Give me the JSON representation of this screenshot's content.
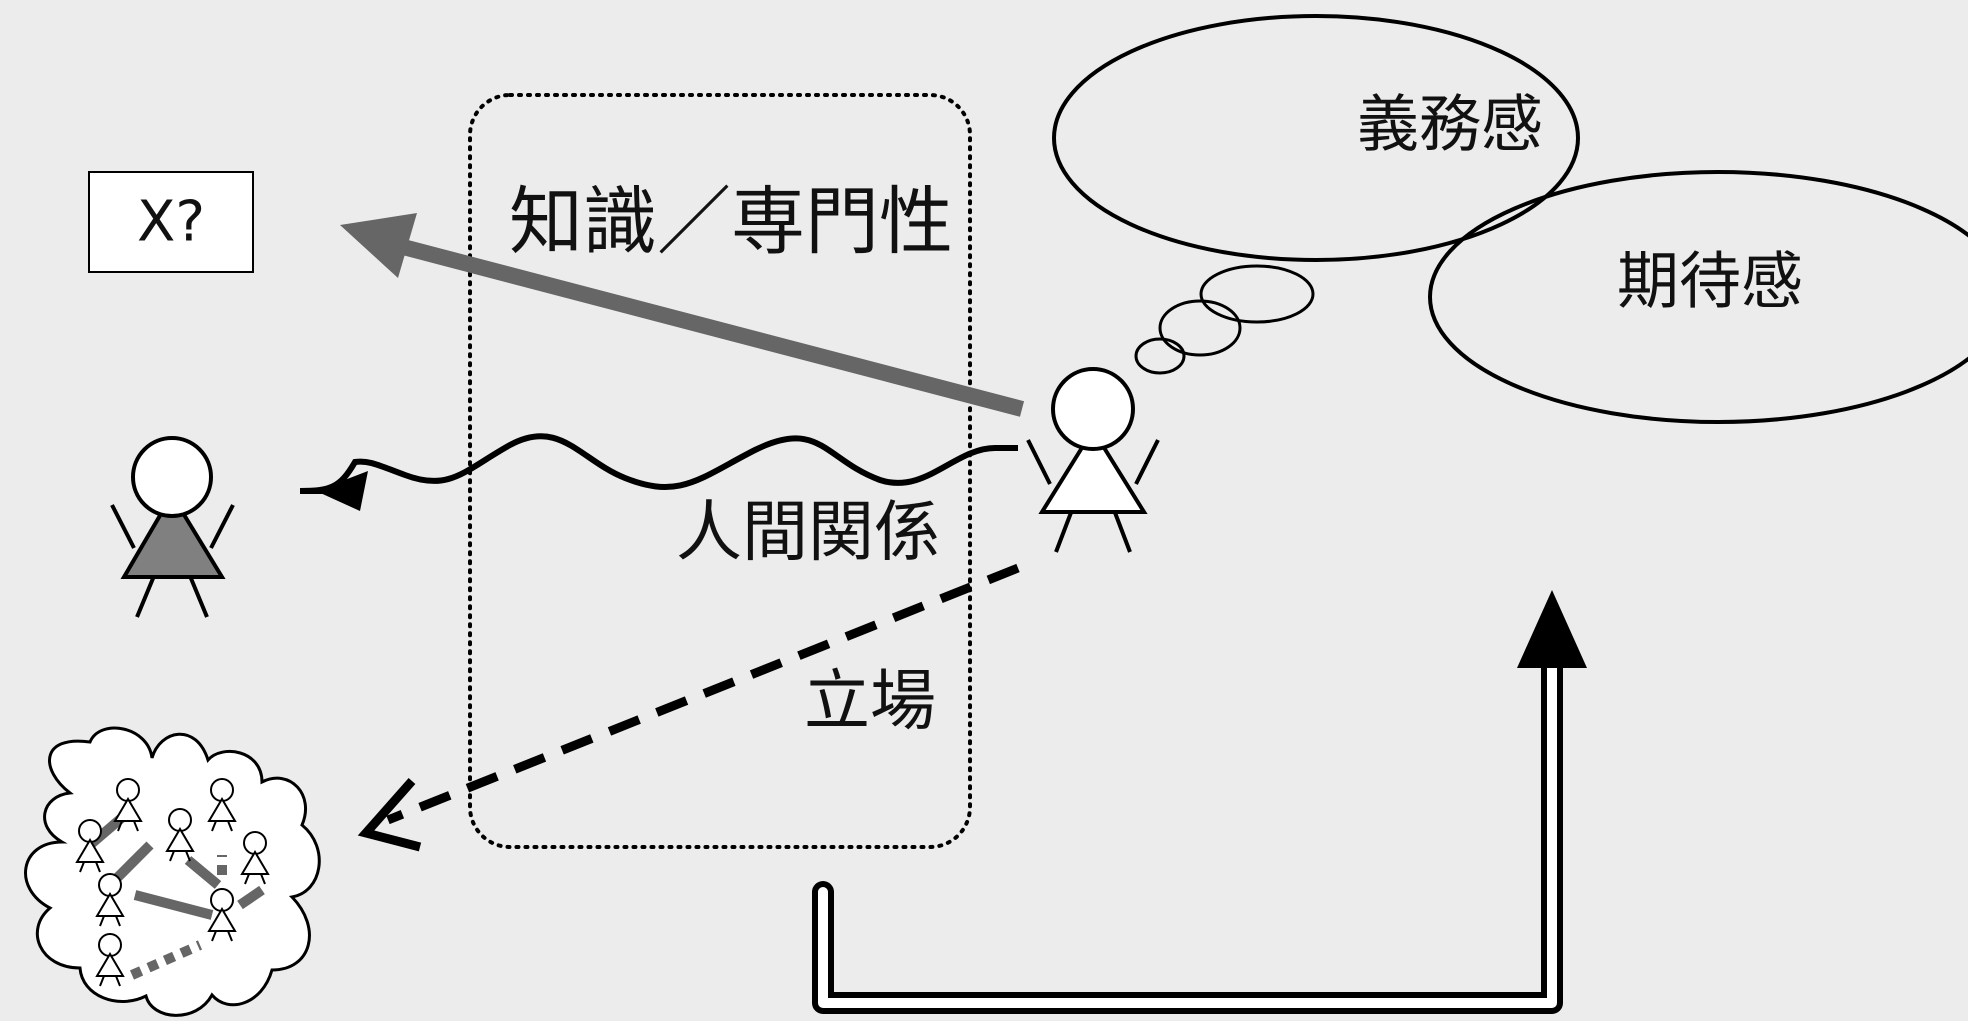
{
  "labels": {
    "x_box": "X?",
    "knowledge": "知識／専門性",
    "relationship": "人間関係",
    "position": "立場",
    "duty": "義務感",
    "expectation": "期待感"
  },
  "colors": {
    "background": "#ececec",
    "thick_arrow": "#666666",
    "gray_figure": "#808080",
    "line": "#000000"
  }
}
